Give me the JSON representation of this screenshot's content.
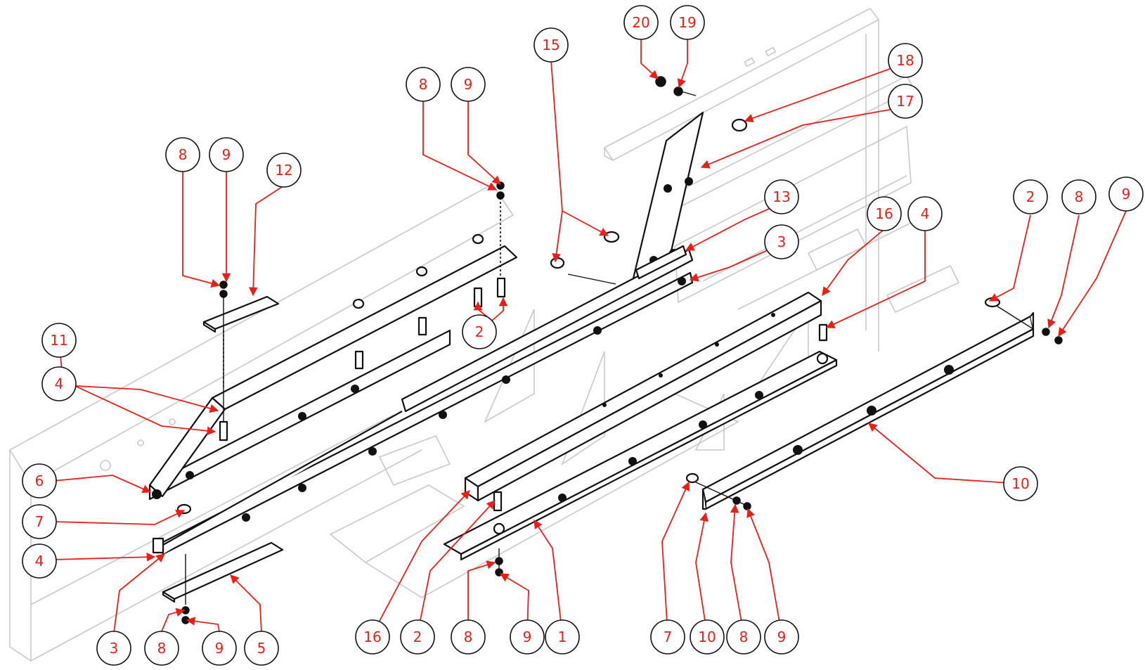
{
  "diagram": {
    "type": "exploded-assembly",
    "colors": {
      "callout_text": "#e8201a",
      "leader_line": "#e8201a",
      "part_outline": "#111111",
      "background_parts": "#c9c9c9"
    },
    "callouts": [
      "20",
      "19",
      "15",
      "18",
      "17",
      "8",
      "9",
      "8",
      "9",
      "12",
      "13",
      "16",
      "4",
      "2",
      "8",
      "9",
      "3",
      "11",
      "2",
      "4",
      "6",
      "7",
      "4",
      "10",
      "3",
      "8",
      "9",
      "5",
      "16",
      "2",
      "8",
      "9",
      "1",
      "7",
      "10",
      "8",
      "9"
    ]
  }
}
